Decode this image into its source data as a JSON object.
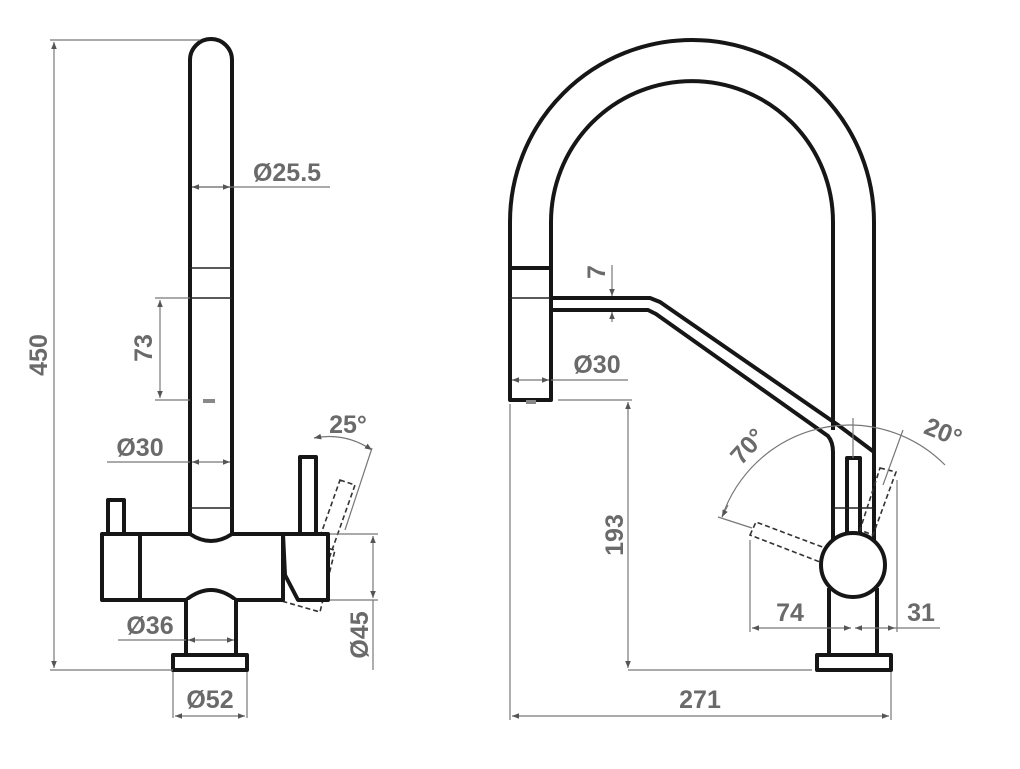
{
  "side_view": {
    "total_height": "450",
    "spout_diameter": "Ø25.5",
    "ring_height": "73",
    "body_diameter": "Ø30",
    "handle_angle": "25°",
    "stem_diameter": "Ø36",
    "cartridge_diameter": "Ø45",
    "base_diameter": "Ø52"
  },
  "front_view": {
    "hose_offset": "7",
    "head_diameter": "Ø30",
    "outlet_height": "193",
    "reach": "271",
    "lever_angle_front": "70°",
    "lever_angle_back": "20°",
    "lever_reach_front": "74",
    "lever_reach_back": "31"
  }
}
